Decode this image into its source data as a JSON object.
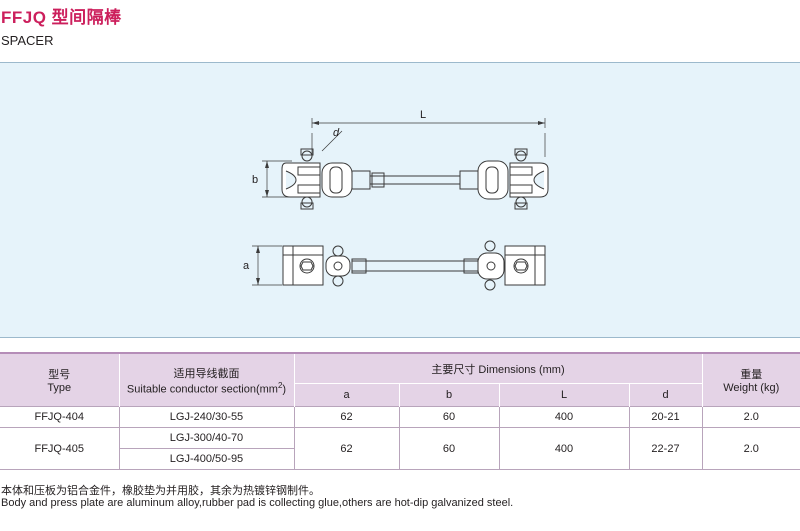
{
  "header": {
    "title": "FFJQ 型间隔棒",
    "subtitle": "SPACER"
  },
  "drawing": {
    "dim_L": "L",
    "dim_d": "d",
    "dim_b": "b",
    "dim_a": "a"
  },
  "table": {
    "col_type_cn": "型号",
    "col_type_en": "Type",
    "col_conductor_cn": "适用导线截面",
    "col_conductor_en": "Suitable conductor section(mm",
    "col_conductor_sup": "2",
    "col_conductor_close": ")",
    "col_dimensions": "主要尺寸 Dimensions (mm)",
    "col_weight_cn": "重量",
    "col_weight_en": "Weight (kg)",
    "sub_a": "a",
    "sub_b": "b",
    "sub_L": "L",
    "sub_d": "d",
    "rows": [
      {
        "type": "FFJQ-404",
        "conductor": "LGJ-240/30-55",
        "a": "62",
        "b": "60",
        "L": "400",
        "d": "20-21",
        "weight": "2.0"
      },
      {
        "type": "FFJQ-405",
        "conductor": "LGJ-300/40-70",
        "conductor2": "LGJ-400/50-95",
        "a": "62",
        "b": "60",
        "L": "400",
        "d": "22-27",
        "weight": "2.0"
      }
    ]
  },
  "notes": {
    "cn": "本体和压板为铝合金件，橡胶垫为并用胶，其余为热镀锌钢制件。",
    "en": "Body and press plate are aluminum alloy,rubber pad is collecting glue,others are hot-dip galvanized steel."
  },
  "colors": {
    "title": "#cc1f5c",
    "drawing_bg": "#e6f3fa",
    "table_header_bg": "#e4d3e6"
  }
}
